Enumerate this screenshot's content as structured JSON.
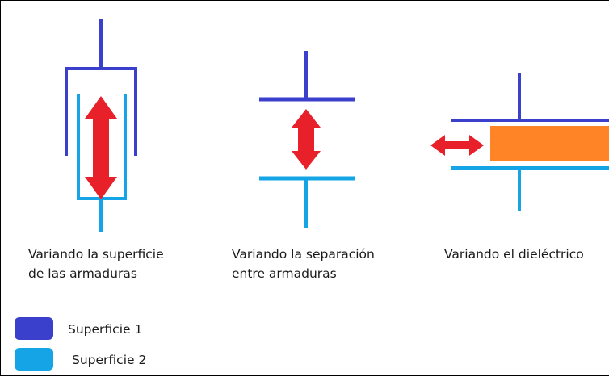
{
  "colors": {
    "superficie_1": "#3a3fcc",
    "superficie_2": "#15a4e6",
    "arrow": "#e8202a",
    "dielectric": "#ff8425",
    "text": "#1a1a1a",
    "border": "#000000"
  },
  "diagrams": [
    {
      "caption_lines": [
        "Variando la superficie",
        "de las armaduras"
      ],
      "arrow_direction": "vertical"
    },
    {
      "caption_lines": [
        "Variando la separación",
        "entre armaduras"
      ],
      "arrow_direction": "vertical"
    },
    {
      "caption_lines": [
        "Variando el dieléctrico"
      ],
      "arrow_direction": "horizontal"
    }
  ],
  "legend": [
    {
      "label": "Superficie 1",
      "color": "#3a3fcc"
    },
    {
      "label": "Superficie 2",
      "color": "#15a4e6"
    }
  ]
}
